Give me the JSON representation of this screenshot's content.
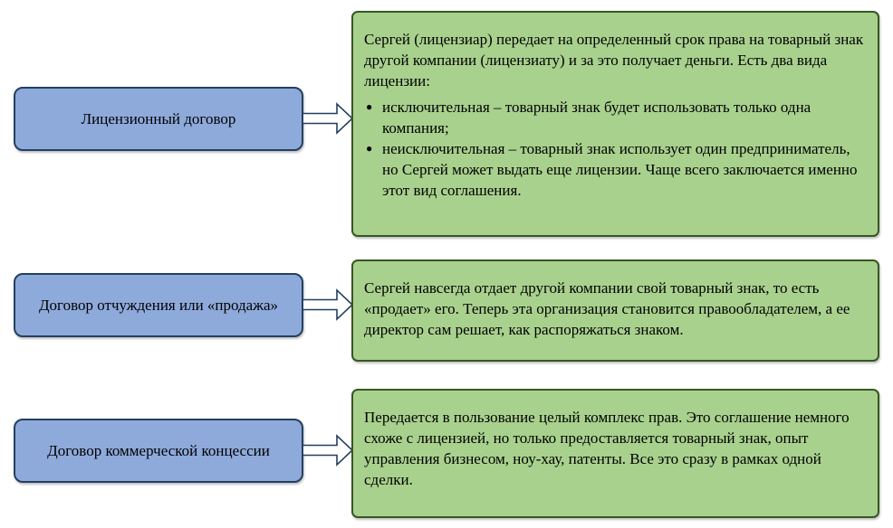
{
  "rows": [
    {
      "left_label": "Лицензионный договор",
      "right_intro": "Сергей (лицензиар) передает на определенный срок права на товарный знак другой компании (лицензиату) и за это получает деньги. Есть два вида лицензии:",
      "bullets": [
        "исключительная – товарный знак будет использовать только одна компания;",
        "неисключительная – товарный знак использует один предприниматель, но Сергей может выдать еще лицензии. Чаще всего заключается именно этот вид соглашения."
      ]
    },
    {
      "left_label": "Договор отчуждения или «продажа»",
      "right_text": "Сергей навсегда отдает другой компании свой товарный знак, то есть «продает» его. Теперь эта организация становится правообладателем, а ее директор сам решает, как распоряжаться знаком."
    },
    {
      "left_label": "Договор коммерческой концессии",
      "right_text": "Передается в пользование целый комплекс прав. Это соглашение немного схоже с лицензией, но только предоставляется товарный знак, опыт управления бизнесом, ноу-хау, патенты. Все это сразу в рамках одной сделки."
    }
  ],
  "colors": {
    "left_fill": "#8eaadb",
    "left_border": "#243f60",
    "right_fill": "#a9d18e",
    "right_border": "#385723"
  },
  "icons": {
    "connector": "double-outline-arrow-right",
    "bullet": "filled-circle"
  }
}
